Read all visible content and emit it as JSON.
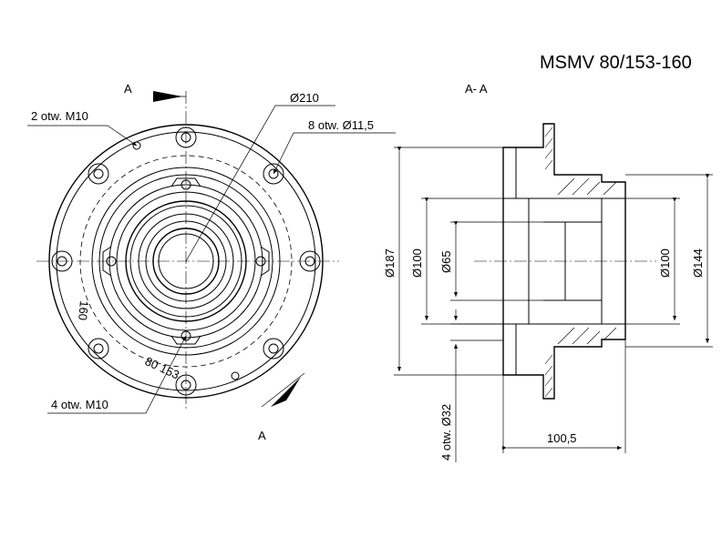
{
  "title": "MSMV 80/153-160",
  "section_label": "A- A",
  "section_marker_top": "A",
  "section_marker_bottom": "A",
  "front_view": {
    "callout_bolt_holes_small": "2 otw. M10",
    "callout_bolt_holes_bottom": "4 otw. M10",
    "callout_diameter_pitch": "Ø210",
    "callout_mount_holes": "8 otw. Ø11,5",
    "engraving_size": "80 153",
    "engraving_code": "160"
  },
  "section_view": {
    "dim_outer": "Ø187",
    "dim_flange_inner": "Ø100",
    "dim_bore": "Ø65",
    "dim_right_inner": "Ø100",
    "dim_right_outer": "Ø144",
    "dim_holes": "4 otw. Ø32",
    "dim_length": "100,5"
  }
}
